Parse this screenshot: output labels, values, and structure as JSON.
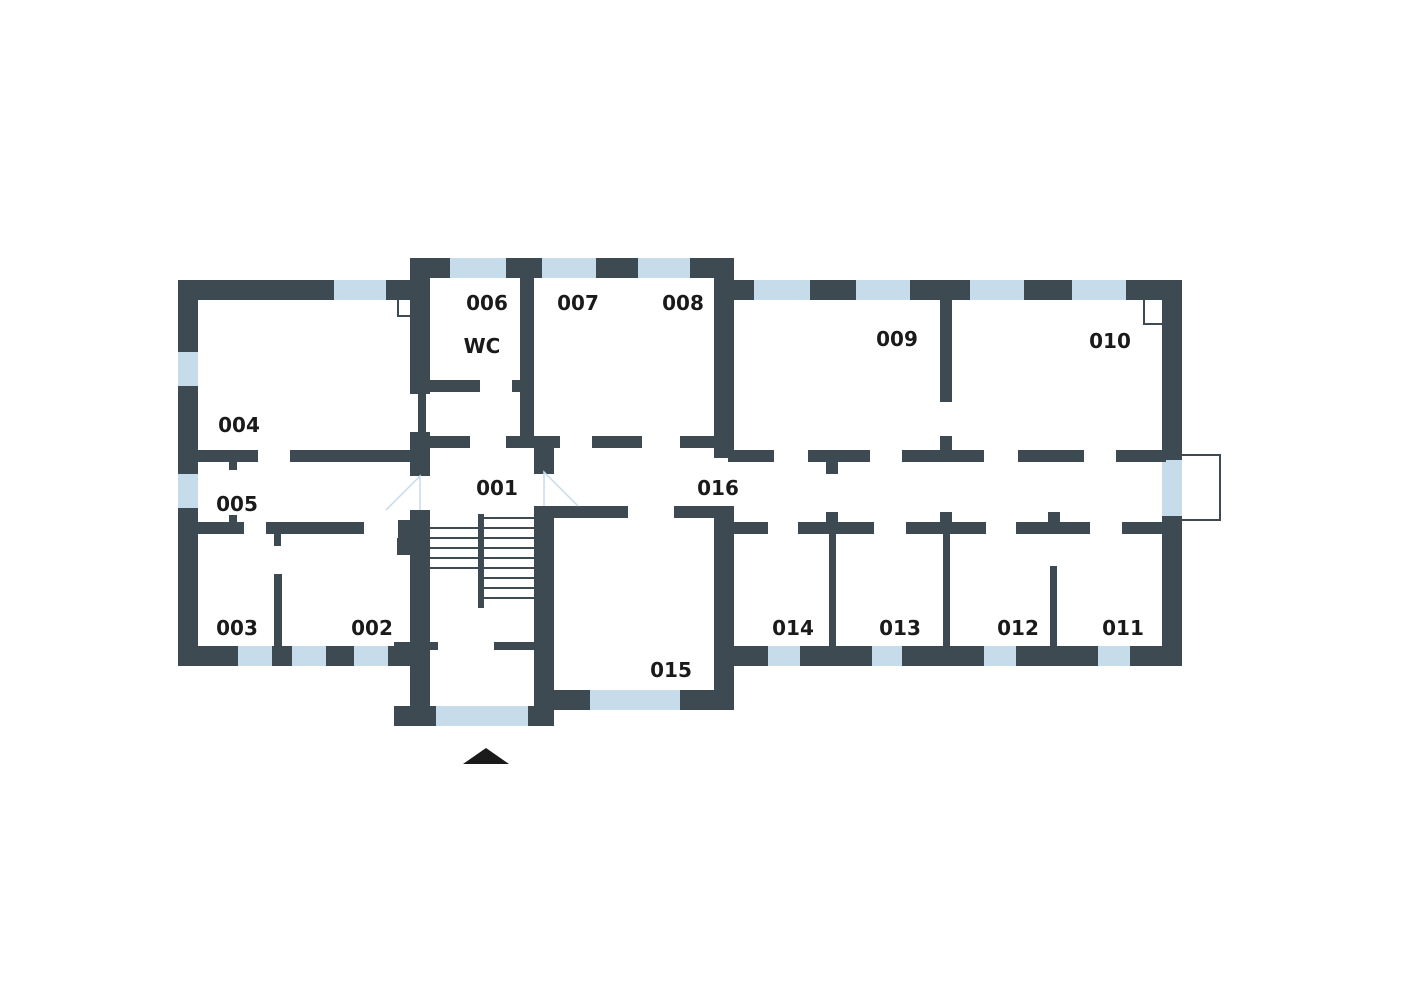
{
  "colors": {
    "wall": "#3d4a52",
    "window": "#c7dceb",
    "label": "#1a1a1a",
    "background": "#ffffff"
  },
  "rooms": [
    {
      "id": "r001",
      "label": "001"
    },
    {
      "id": "r002",
      "label": "002"
    },
    {
      "id": "r003",
      "label": "003"
    },
    {
      "id": "r004",
      "label": "004"
    },
    {
      "id": "r005",
      "label": "005"
    },
    {
      "id": "r006",
      "label": "006"
    },
    {
      "id": "wc",
      "label": "WC"
    },
    {
      "id": "r007",
      "label": "007"
    },
    {
      "id": "r008",
      "label": "008"
    },
    {
      "id": "r009",
      "label": "009"
    },
    {
      "id": "r010",
      "label": "010"
    },
    {
      "id": "r011",
      "label": "011"
    },
    {
      "id": "r012",
      "label": "012"
    },
    {
      "id": "r013",
      "label": "013"
    },
    {
      "id": "r014",
      "label": "014"
    },
    {
      "id": "r015",
      "label": "015"
    },
    {
      "id": "r016",
      "label": "016"
    }
  ],
  "icons": {
    "entrance": "entrance-arrow-icon",
    "stairs": "staircase-icon"
  }
}
